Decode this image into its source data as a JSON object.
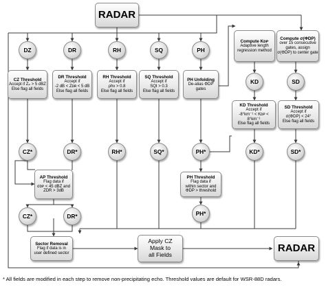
{
  "boxes": {
    "radar_top": "RADAR",
    "radar_bottom": "RADAR",
    "cz_threshold": {
      "title": "CZ Threshold",
      "lines": [
        "Accept if Zₚ > 5 dBZ",
        "Else flag all fields"
      ]
    },
    "dr_threshold": {
      "title": "DR Threshold",
      "lines": [
        "Accept if",
        "-2 dB < Zᴅʀ < 5 dB",
        "Else flag all fields"
      ]
    },
    "rh_threshold": {
      "title": "RH Threshold",
      "lines": [
        "Accept if",
        "ρhv > 0.8",
        "Else flag all fields"
      ]
    },
    "sq_threshold": {
      "title": "SQ Threshold",
      "lines": [
        "Accept if",
        "SQI > 0.3",
        "Else flag all fields"
      ]
    },
    "ph_unfolding": {
      "title": "PH Unfolding",
      "lines": [
        "De-alias ΦDP gates"
      ]
    },
    "compute_kdp": {
      "title": "Compute Kᴅᴘ",
      "lines": [
        "Adaptive length",
        "regression method"
      ]
    },
    "compute_sd": {
      "title": "Compute σ(ΦDP)",
      "lines": [
        "over 15 consecutive",
        "gates, assign",
        "σ(ΦDP) to center gate"
      ]
    },
    "kd_threshold": {
      "title": "KD Threshold",
      "lines": [
        "Accept if",
        "-8°km⁻¹ < Kᴅᴘ < 8°km⁻¹",
        "Else flag all fields"
      ]
    },
    "sd_threshold": {
      "title": "SD Threshold",
      "lines": [
        "Accept if",
        "σ(ΦDP) < 24°",
        "Else flag all fields"
      ]
    },
    "ap_threshold": {
      "title": "AP Threshold",
      "lines": [
        "Flag data if",
        "σᴅᴘ < 45 dBZ and",
        "ZDR > 3dB"
      ]
    },
    "ph_threshold": {
      "title": "PH Threshold",
      "lines": [
        "Flag data if",
        "within sector and",
        "ΦDP > threshold"
      ]
    },
    "sector_removal": {
      "title": "Sector Removal",
      "lines": [
        "Flag if data is in",
        "user defined sector"
      ]
    },
    "apply_cz": {
      "lines": [
        "Apply CZ",
        "Mask to",
        "all Fields"
      ]
    }
  },
  "nodes": {
    "dz": "DZ",
    "dr": "DR",
    "rh": "RH",
    "sq": "SQ",
    "ph": "PH",
    "kd": "KD",
    "sd": "SD",
    "cz_star": "CZ*",
    "dr_star": "DR*",
    "rh_star": "RH*",
    "sq_star": "SQ*",
    "ph_star": "PH*",
    "kd_star": "KD*",
    "sd_star": "SD*",
    "cz_star2": "CZ*",
    "dr_star2": "DR*",
    "ph_star2": "PH*"
  },
  "footnote": "* All fields are modified in each step to remove non-precipitating echo.  Threshold values are default for WSR-88D radars.",
  "colors": {
    "line": "#3a3a3a",
    "box_border": "#8a8a8a"
  }
}
